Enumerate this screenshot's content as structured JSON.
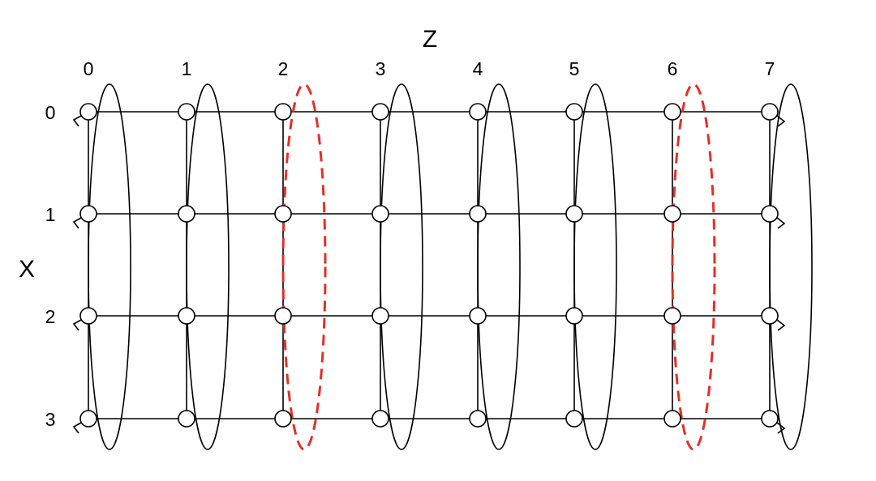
{
  "diagram": {
    "z_axis_label": "Z",
    "x_axis_label": "X",
    "z_indices": [
      "0",
      "1",
      "2",
      "3",
      "4",
      "5",
      "6",
      "7"
    ],
    "x_indices": [
      "0",
      "1",
      "2",
      "3"
    ],
    "highlighted_columns": [
      2,
      6
    ],
    "colors": {
      "line": "#000000",
      "node_fill": "#ffffff",
      "highlight": "#e0302a"
    }
  }
}
